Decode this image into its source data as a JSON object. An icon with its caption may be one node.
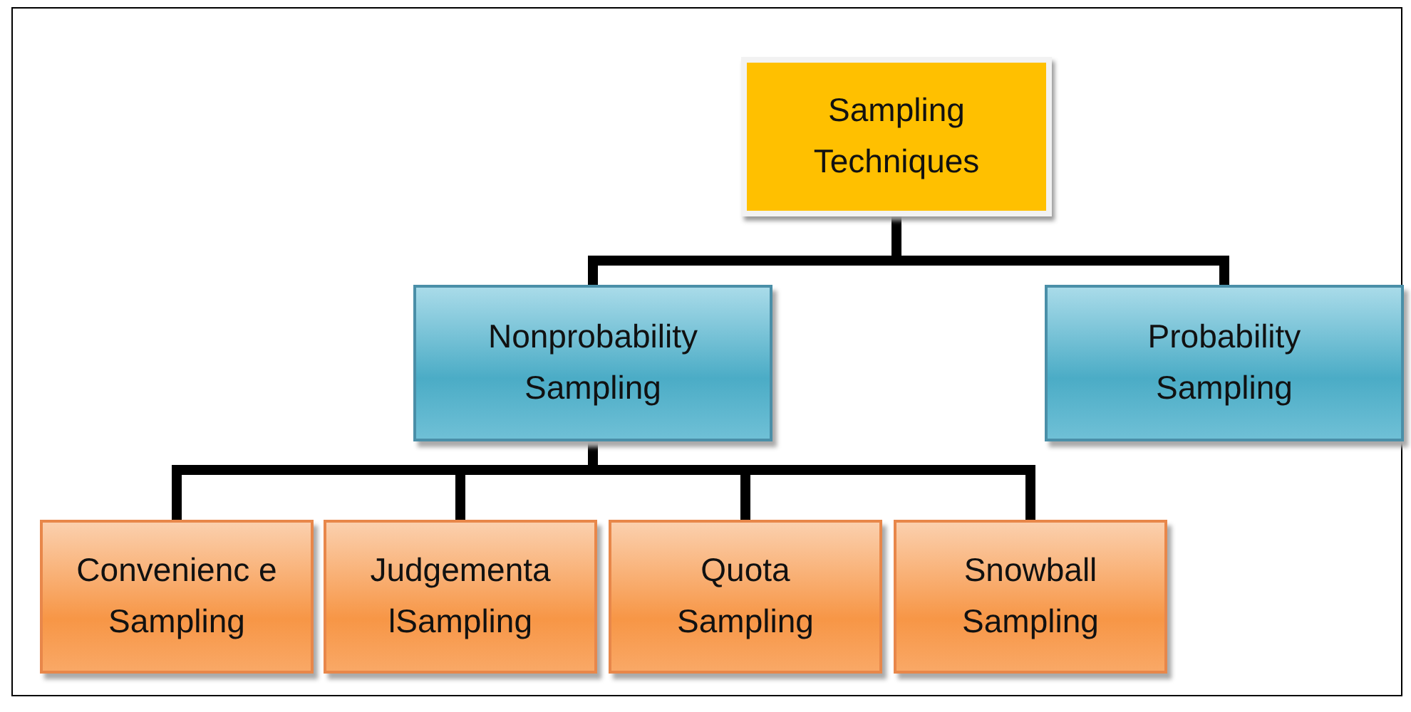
{
  "diagram": {
    "nodes": [
      {
        "text": [
          "Sampling Techniques"
        ]
      },
      {
        "text": [
          "Nonprobability Sampling"
        ]
      },
      {
        "text": [
          "Probability Sampling"
        ]
      },
      {
        "text": [
          "Convenienc e Sampling"
        ]
      },
      {
        "text": [
          "Judgementa lSampling"
        ]
      },
      {
        "text": [
          "Quota Sampling"
        ]
      },
      {
        "text": [
          "Snowball Sampling"
        ]
      }
    ],
    "edges": [
      {
        "from": 0,
        "to": 1,
        "arrow": "none"
      },
      {
        "from": 0,
        "to": 2,
        "arrow": "none"
      },
      {
        "from": 1,
        "to": 3,
        "arrow": "none"
      },
      {
        "from": 1,
        "to": 4,
        "arrow": "none"
      },
      {
        "from": 1,
        "to": 5,
        "arrow": "none"
      },
      {
        "from": 1,
        "to": 6,
        "arrow": "none"
      }
    ]
  }
}
